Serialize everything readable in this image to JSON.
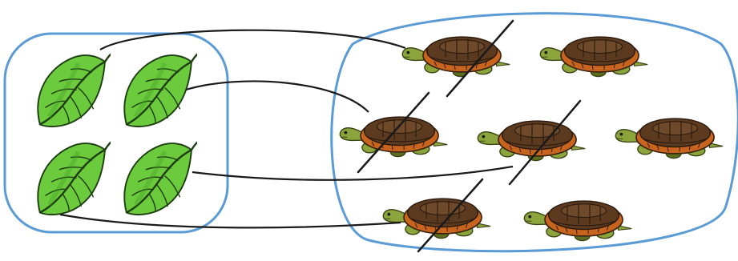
{
  "diagram": {
    "kind": "set-matching",
    "left_set": {
      "item_icon": "leaf-icon",
      "count": 4
    },
    "right_set": {
      "item_icon": "turtle-icon",
      "count": 7,
      "crossed_out": 4,
      "not_crossed": 3
    },
    "connections": 4,
    "colors": {
      "set_outline": "#5b9bd5",
      "connector": "#1a1a1a",
      "leaf_fill": "#6ccb3c",
      "leaf_shadow": "#3f9a25",
      "leaf_vein": "#1e3d12",
      "shell_dark": "#5b3a20",
      "shell_rim": "#c8641e",
      "skin": "#8ca43c",
      "skin_dark": "#5d6e1e"
    }
  }
}
